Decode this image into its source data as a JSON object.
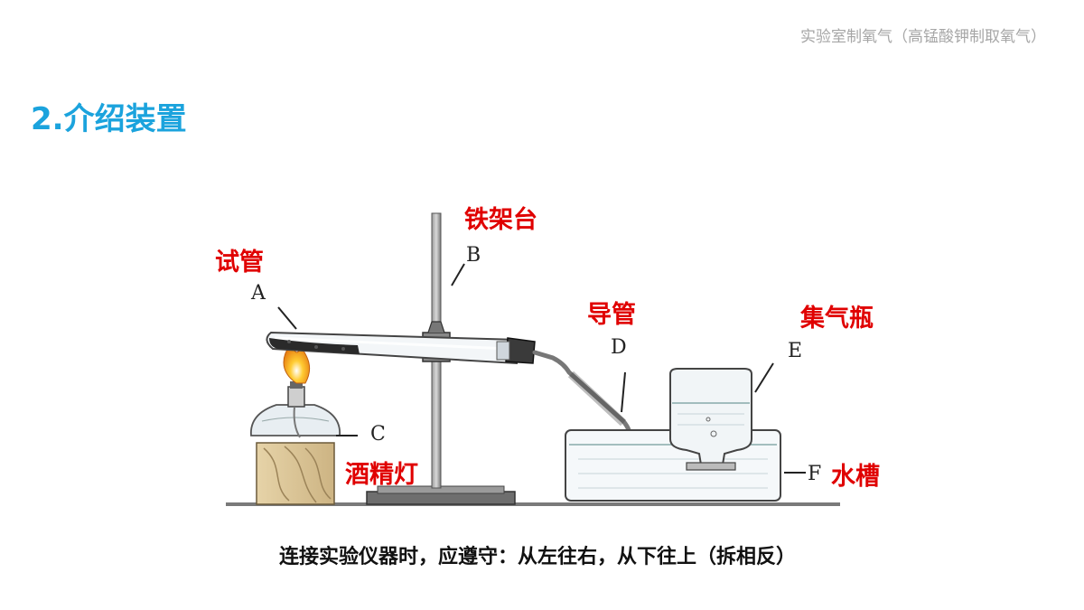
{
  "header": {
    "title": "实验室制氧气（高锰酸钾制取氧气）"
  },
  "section": {
    "title": "2.介绍装置"
  },
  "diagram": {
    "labels": {
      "test_tube": "试管",
      "iron_stand": "铁架台",
      "delivery_tube": "导管",
      "gas_bottle": "集气瓶",
      "alcohol_lamp": "酒精灯",
      "water_trough": "水槽"
    },
    "letters": {
      "A": "A",
      "B": "B",
      "C": "C",
      "D": "D",
      "E": "E",
      "F": "F"
    }
  },
  "footer": {
    "rule": "连接实验仪器时，应遵守：从左往右，从下往上（拆相反）"
  },
  "colors": {
    "title": "#1ba3dd",
    "label": "#e00000",
    "header": "#a6a6a6"
  }
}
